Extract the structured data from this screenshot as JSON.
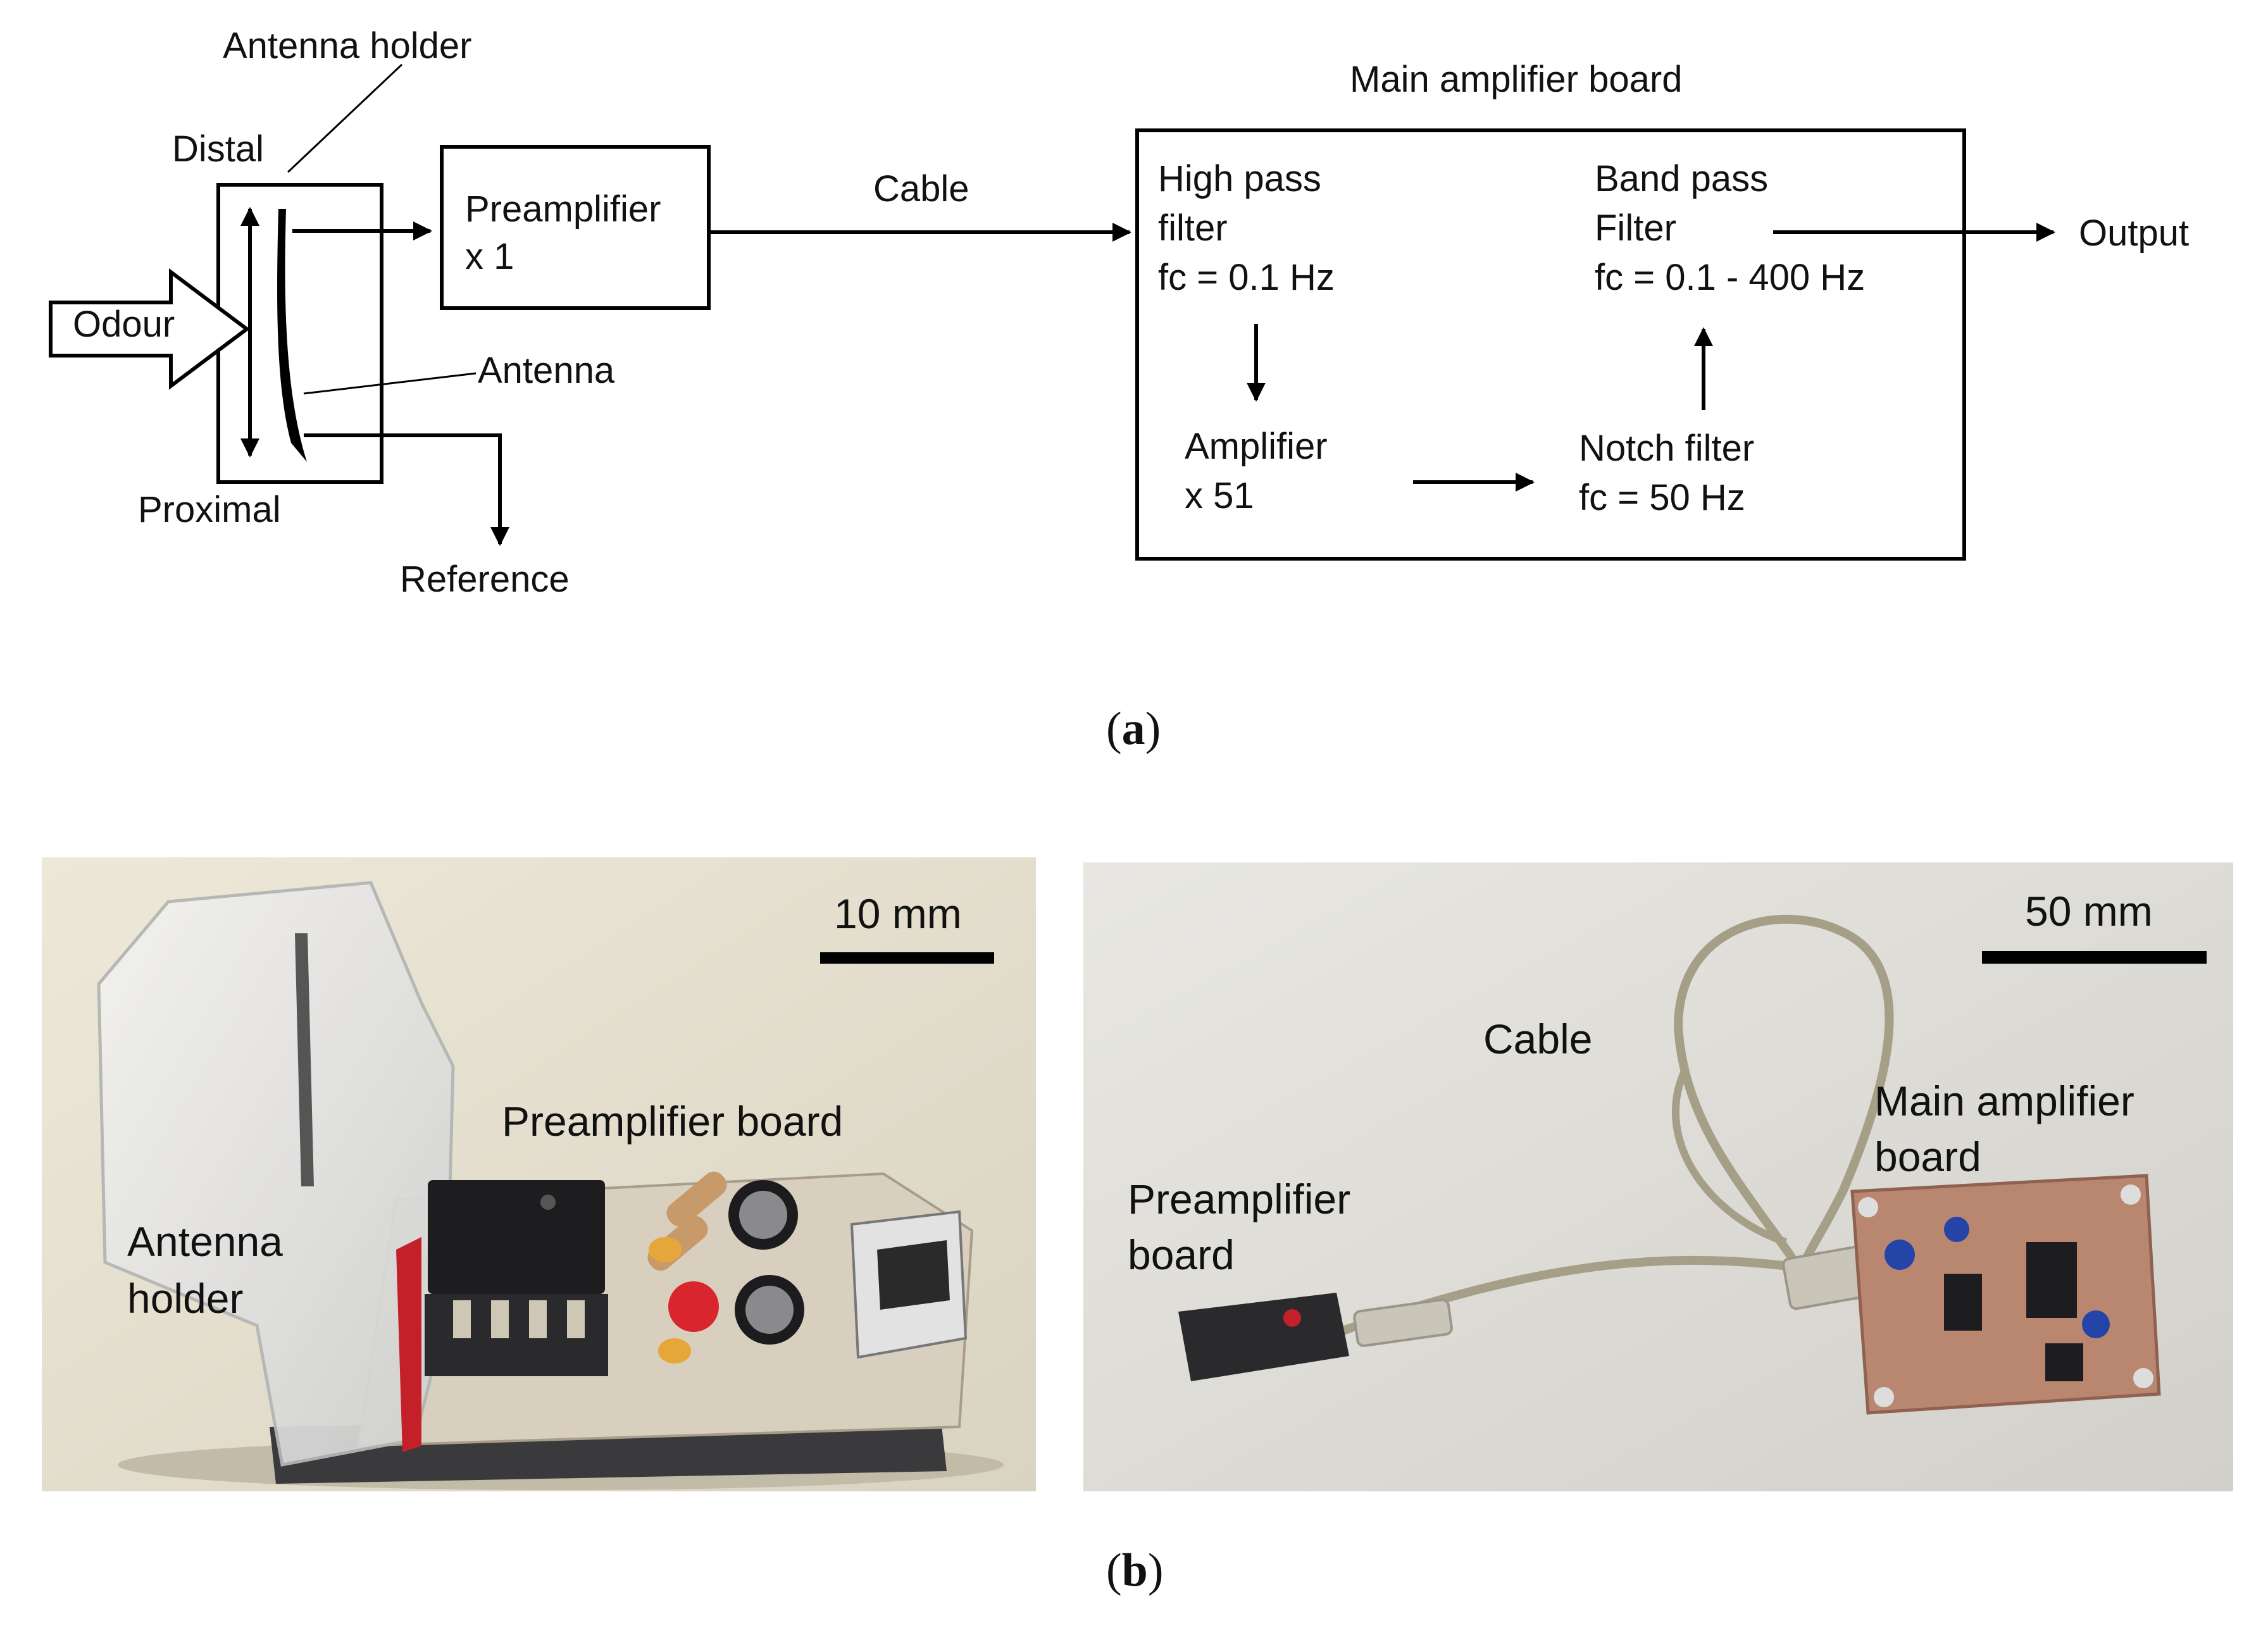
{
  "diagram": {
    "antenna_holder": "Antenna holder",
    "distal": "Distal",
    "proximal": "Proximal",
    "odour": "Odour",
    "antenna": "Antenna",
    "reference": "Reference",
    "preamp_line1": "Preamplifier",
    "preamp_line2": "x 1",
    "cable": "Cable",
    "main_board": "Main amplifier board",
    "hp_line1": "High pass",
    "hp_line2": "filter",
    "hp_line3": "fc = 0.1 Hz",
    "amp_line1": "Amplifier",
    "amp_line2": "x 51",
    "notch_line1": "Notch filter",
    "notch_line2": "fc = 50 Hz",
    "bp_line1": "Band pass",
    "bp_line2": "Filter",
    "bp_line3": "fc = 0.1 - 400 Hz",
    "output": "Output"
  },
  "caption_a": "a",
  "caption_b": "b",
  "photo_left": {
    "scale": "10 mm",
    "preamp_board": "Preamplifier board",
    "holder_line1": "Antenna",
    "holder_line2": "holder"
  },
  "photo_right": {
    "scale": "50 mm",
    "cable": "Cable",
    "preamp_line1": "Preamplifier",
    "preamp_line2": "board",
    "main_line1": "Main amplifier",
    "main_line2": "board"
  }
}
